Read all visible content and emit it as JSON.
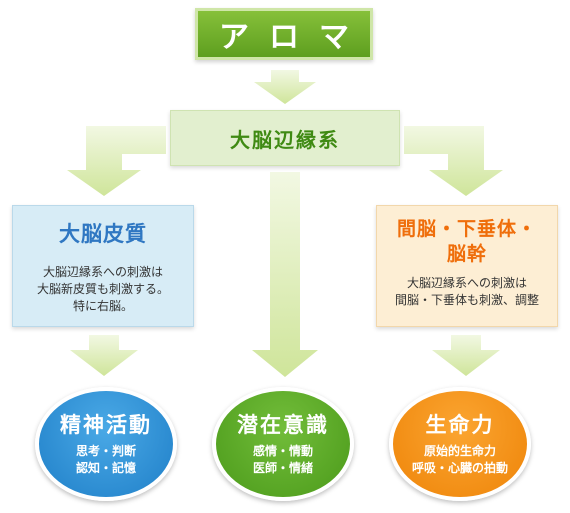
{
  "top": {
    "title": "アロマ"
  },
  "limbic": {
    "title": "大脳辺縁系"
  },
  "cerebral_cortex": {
    "title": "大脳皮質",
    "text": "大脳辺縁系への刺激は\n大脳新皮質も刺激する。\n特に右脳。"
  },
  "diencephalon": {
    "title_line1": "間脳・下垂体・",
    "title_line2": "脳幹",
    "text": "大脳辺縁系への刺激は\n間脳・下垂体も刺激、調整"
  },
  "mental_activity": {
    "title": "精神活動",
    "text": "思考・判断\n認知・記憶"
  },
  "subconscious": {
    "title": "潜在意識",
    "text": "感情・情動\n医師・情緒"
  },
  "vitality": {
    "title": "生命力",
    "text": "原始的生命力\n呼吸・心臓の拍動"
  },
  "colors": {
    "arrow": "#d6e9a6",
    "green_primary": "#5e9f1f",
    "blue": "#2f77c2",
    "orange": "#ef6e0b"
  }
}
